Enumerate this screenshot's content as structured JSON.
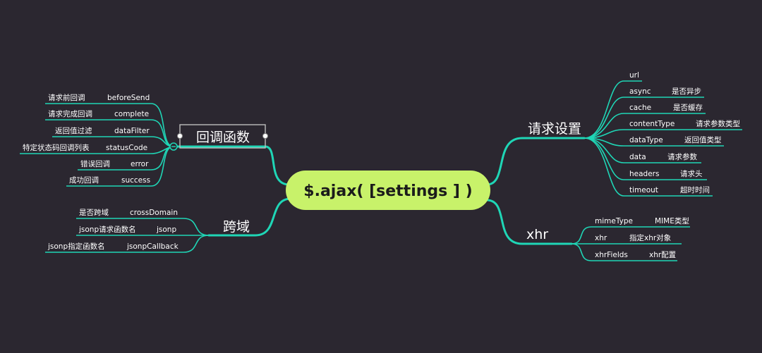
{
  "colors": {
    "background": "#2b2730",
    "line": "#1fd6b6",
    "center_fill": "#c8f26a",
    "text": "#ffffff",
    "center_text": "#1b1b1b"
  },
  "center": {
    "label": "$.ajax( [settings ] )"
  },
  "branches": {
    "request_settings": {
      "title": "请求设置",
      "items": [
        {
          "key": "url",
          "desc": ""
        },
        {
          "key": "async",
          "desc": "是否异步"
        },
        {
          "key": "cache",
          "desc": "是否缓存"
        },
        {
          "key": "contentType",
          "desc": "请求参数类型"
        },
        {
          "key": "dataType",
          "desc": "返回值类型"
        },
        {
          "key": "data",
          "desc": "请求参数"
        },
        {
          "key": "headers",
          "desc": "请求头"
        },
        {
          "key": "timeout",
          "desc": "超时时间"
        }
      ]
    },
    "xhr": {
      "title": "xhr",
      "items": [
        {
          "key": "mimeType",
          "desc": "MIME类型"
        },
        {
          "key": "xhr",
          "desc": "指定xhr对象"
        },
        {
          "key": "xhrFields",
          "desc": "xhr配置"
        }
      ]
    },
    "callbacks": {
      "title": "回调函数",
      "items": [
        {
          "key": "beforeSend",
          "desc": "请求前回调"
        },
        {
          "key": "complete",
          "desc": "请求完成回调"
        },
        {
          "key": "dataFilter",
          "desc": "返回值过滤"
        },
        {
          "key": "statusCode",
          "desc": "特定状态码回调列表"
        },
        {
          "key": "error",
          "desc": "错误回调"
        },
        {
          "key": "success",
          "desc": "成功回调"
        }
      ]
    },
    "cross_domain": {
      "title": "跨域",
      "items": [
        {
          "key": "crossDomain",
          "desc": "是否跨域"
        },
        {
          "key": "jsonp",
          "desc": "jsonp请求函数名"
        },
        {
          "key": "jsonpCallback",
          "desc": "jsonp指定函数名"
        }
      ]
    }
  }
}
